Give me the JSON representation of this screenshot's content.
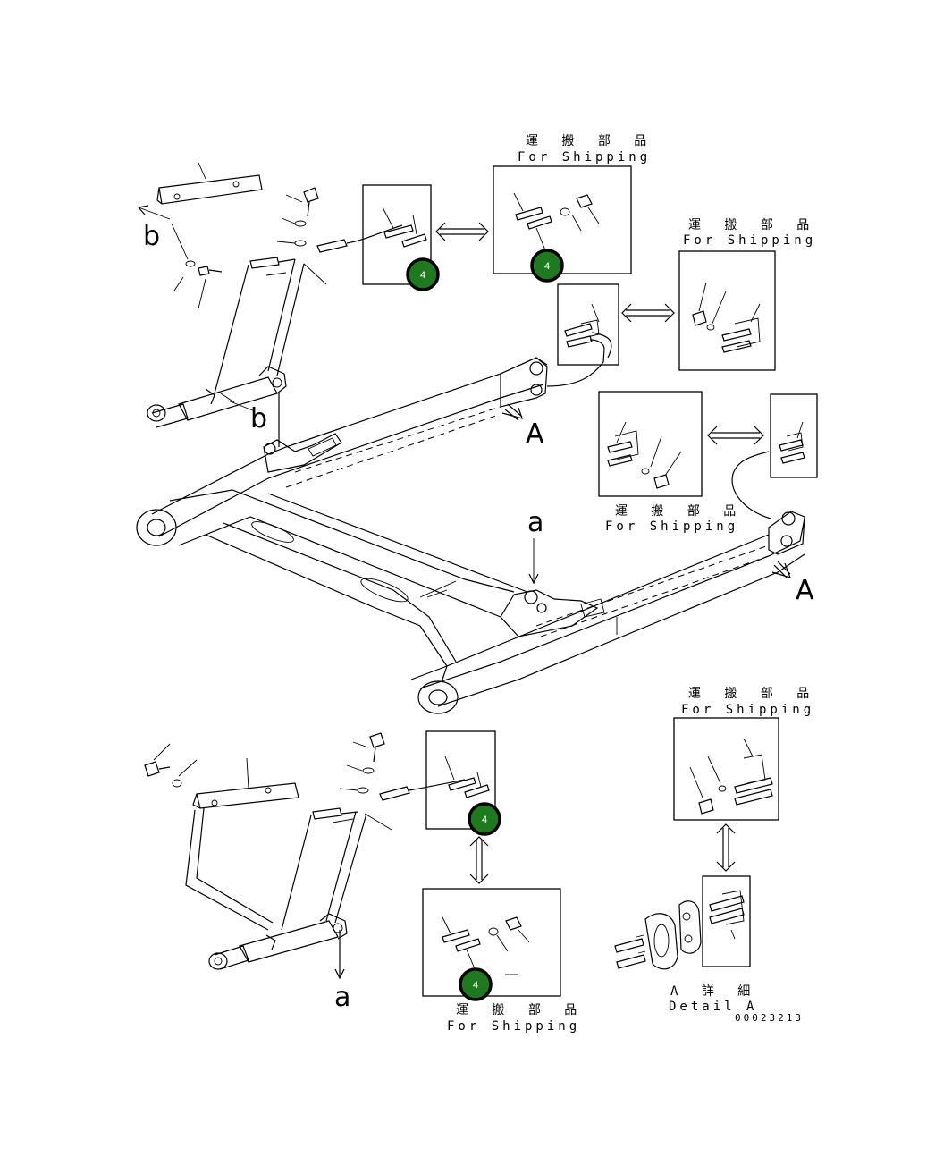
{
  "shipping_labels": [
    {
      "id": "top-center",
      "jp": "運 搬 部 品",
      "en": "For Shipping"
    },
    {
      "id": "right-upper",
      "jp": "運 搬 部 品",
      "en": "For Shipping"
    },
    {
      "id": "middle-right",
      "jp": "運 搬 部 品",
      "en": "For Shipping"
    },
    {
      "id": "bottom-right",
      "jp": "運 搬 部 品",
      "en": "For Shipping"
    },
    {
      "id": "bottom-center",
      "jp": "運 搬 部 品",
      "en": "For Shipping"
    }
  ],
  "view_letters": {
    "b_top": "b",
    "b_cyl": "b",
    "a_frame": "a",
    "a_bottom": "a",
    "A_left": "A",
    "A_right": "A"
  },
  "detail": {
    "jp": "A 詳 細",
    "en": "Detail A"
  },
  "drawing_number": "00023213",
  "markers": [
    {
      "id": "m1",
      "label": "4"
    },
    {
      "id": "m2",
      "label": "4"
    },
    {
      "id": "m3",
      "label": "4"
    },
    {
      "id": "m4",
      "label": "4"
    }
  ],
  "colors": {
    "marker_fill": "#1f7a1f",
    "line": "#000000",
    "background": "#ffffff"
  },
  "icons": {
    "marker": "callout-circle",
    "arrow": "view-arrow",
    "exchange": "double-arrow"
  }
}
